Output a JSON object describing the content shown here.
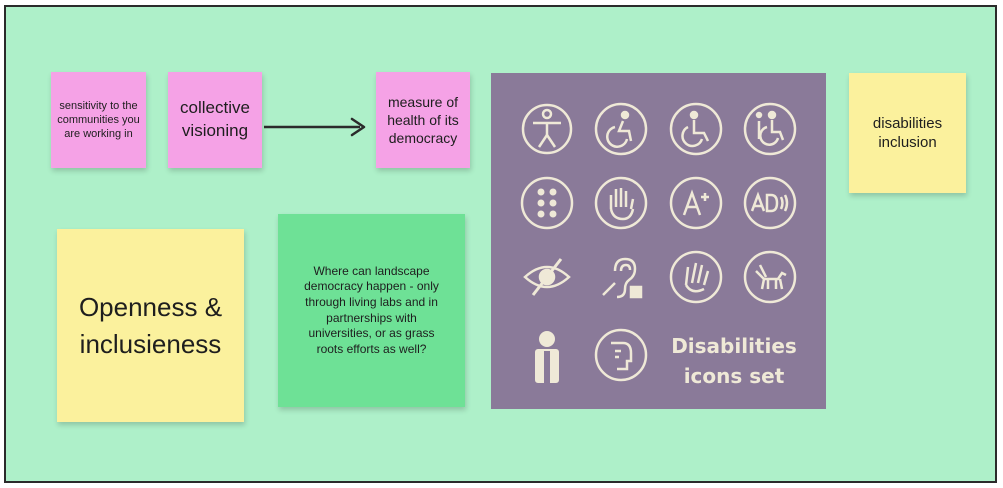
{
  "stickies": {
    "sensitivity": "sensitivity to the communities you are working in",
    "collective": "collective visioning",
    "measure": "measure of health of its democracy",
    "disabilities": "disabilities inclusion",
    "openness": "Openness & inclusieness",
    "landscape": "Where can landscape democracy happen - only through living labs and in partnerships with universities, or as grass roots efforts as well?"
  },
  "icons_panel": {
    "title_line1": "Disabilities",
    "title_line2": "icons set",
    "icons": [
      "universal-access-icon",
      "wheelchair-active-icon",
      "wheelchair-icon",
      "wheelchair-info-icon",
      "braille-icon",
      "sign-language-icon",
      "large-print-icon",
      "audio-description-icon",
      "low-vision-icon",
      "hearing-assist-icon",
      "sign-interpretation-icon",
      "guide-dog-icon",
      "person-info-icon",
      "cognitive-icon"
    ]
  },
  "colors": {
    "board": "#aef0c9",
    "pink": "#f5a2e6",
    "yellow": "#fbf19d",
    "green": "#6ee196",
    "panel": "#8a7a99",
    "icon": "#efe9d7"
  }
}
